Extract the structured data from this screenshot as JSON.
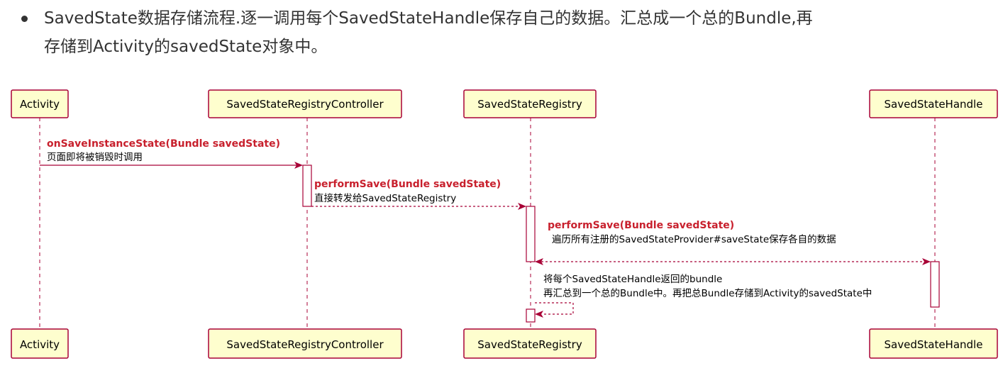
{
  "bullet": {
    "line1": "SavedState数据存储流程.逐一调用每个SavedStateHandle保存自己的数据。汇总成一个总的Bundle,再",
    "line2": "存储到Activity的savedState对象中。"
  },
  "participants": [
    {
      "id": "activity",
      "label": "Activity"
    },
    {
      "id": "controller",
      "label": "SavedStateRegistryController"
    },
    {
      "id": "registry",
      "label": "SavedStateRegistry"
    },
    {
      "id": "handle",
      "label": "SavedStateHandle"
    }
  ],
  "messages": [
    {
      "title": "onSaveInstanceState(Bundle savedState)",
      "note": "页面即将被销毁时调用"
    },
    {
      "title": "performSave(Bundle savedState)",
      "note": "直接转发给SavedStateRegistry"
    },
    {
      "title": "performSave(Bundle savedState)",
      "note": "遍历所有注册的SavedStateProvider#saveState保存各自的数据"
    },
    {
      "note1": "将每个SavedStateHandle返回的bundle",
      "note2": "再汇总到一个总的Bundle中。再把总Bundle存储到Activity的savedState中"
    }
  ],
  "colors": {
    "accent": "#A80036",
    "box_fill": "#FEFECE",
    "title_red": "#C8202D"
  }
}
